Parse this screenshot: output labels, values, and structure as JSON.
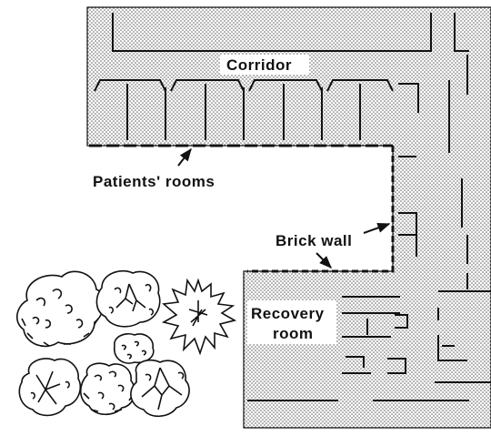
{
  "labels": {
    "corridor": "Corridor",
    "patients_rooms": "Patients' rooms",
    "brick_wall": "Brick wall",
    "recovery_line1": "Recovery",
    "recovery_line2": "room"
  },
  "colors": {
    "ink": "#111111",
    "floor_fill": "#d9d9d9",
    "background": "#ffffff"
  },
  "icons": {
    "trees": "tree-cluster-icon",
    "arrows": "arrow-icon"
  }
}
